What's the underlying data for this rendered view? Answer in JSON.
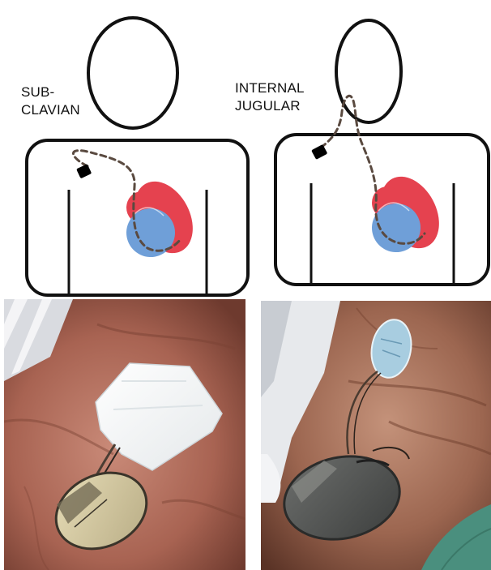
{
  "labels": {
    "subclavian": [
      "SUB-",
      "CLAVIAN"
    ],
    "internal_jugular": [
      "INTERNAL",
      "JUGULAR"
    ]
  },
  "colors": {
    "outline": "#111111",
    "heart_red": "#e5424f",
    "heart_blue": "#6f9fd8",
    "lead": "#5a4a40",
    "device": "#000000"
  },
  "photos": {
    "left": {
      "depicts": "implanted-device-subclavian-photo"
    },
    "right": {
      "depicts": "implanted-device-internal-jugular-photo"
    }
  }
}
